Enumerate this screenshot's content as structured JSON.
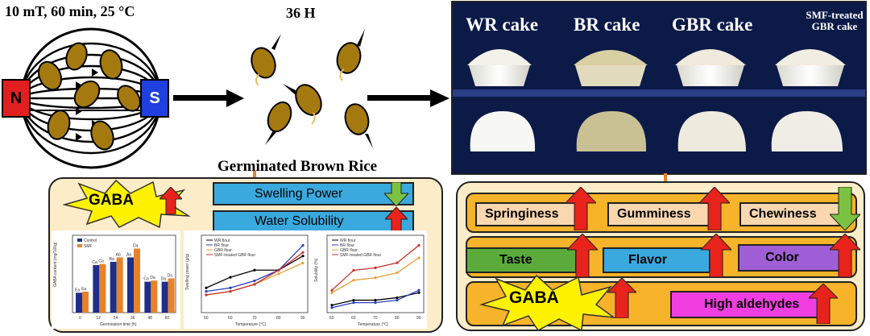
{
  "condition": "10 mT, 60 min, 25 °C",
  "germination_time": "36 H",
  "product_label": "Germinated Brown Rice",
  "magnet": {
    "north": "N",
    "south": "S"
  },
  "cakes": [
    "WR cake",
    "BR cake",
    "GBR cake"
  ],
  "smf_cake": [
    "SMF-treated",
    "GBR cake"
  ],
  "left_panel": {
    "gaba": "GABA",
    "bar1": "Swelling Power",
    "bar2": "Water Solubility"
  },
  "right_panel": {
    "row1": [
      "Springiness",
      "Gumminess",
      "Chewiness"
    ],
    "row2": [
      "Taste",
      "Flavor",
      "Color"
    ],
    "gaba": "GABA",
    "aldehydes": "High aldehydes"
  },
  "colors": {
    "up": "#e8231b",
    "down": "#7cc242",
    "blue": "#3aa9de",
    "orange": "#f7b329",
    "cream": "#fdecc8"
  },
  "chart_data": [
    {
      "type": "bar",
      "ylabel": "GABA content (mg/100g)",
      "xlabel": "Germination time (h)",
      "categories": [
        "0",
        "12",
        "24",
        "36",
        "48",
        "60"
      ],
      "series": [
        {
          "name": "Control",
          "color": "#1d2f8a",
          "values": [
            1.8,
            4.3,
            4.6,
            5.0,
            2.8,
            2.8
          ]
        },
        {
          "name": "SMF",
          "color": "#e8822a",
          "values": [
            1.9,
            4.4,
            5.0,
            5.8,
            2.9,
            3.1
          ]
        }
      ],
      "ylim": [
        0,
        7
      ],
      "data_labels": [
        "Ea",
        "Ea",
        "Ca",
        "Ca",
        "Ba",
        "Ab",
        "Aa",
        "Da",
        "Ca",
        "Da",
        "Da",
        "Da"
      ]
    },
    {
      "type": "line",
      "ylabel": "Swelling power (g/g)",
      "xlabel": "Temperature (°C)",
      "x": [
        50,
        60,
        70,
        80,
        90
      ],
      "series": [
        {
          "name": "WR flour",
          "color": "#000000",
          "values": [
            7,
            10,
            12,
            12,
            16
          ]
        },
        {
          "name": "BR flour",
          "color": "#2a3fbf",
          "values": [
            6,
            7,
            9,
            12,
            19
          ]
        },
        {
          "name": "GBR flour",
          "color": "#e6a030",
          "values": [
            5,
            6,
            8,
            11,
            14
          ]
        },
        {
          "name": "SMF-treated GBR flour",
          "color": "#c8302a",
          "values": [
            5,
            6,
            8,
            12,
            17
          ]
        }
      ]
    },
    {
      "type": "line",
      "ylabel": "Solubility (%)",
      "xlabel": "Temperature (°C)",
      "x": [
        50,
        60,
        70,
        80,
        90
      ],
      "series": [
        {
          "name": "WR flour",
          "color": "#000000",
          "values": [
            3,
            5,
            5,
            6,
            8
          ]
        },
        {
          "name": "BR flour",
          "color": "#2a3fbf",
          "values": [
            2,
            4,
            4,
            5,
            9
          ]
        },
        {
          "name": "GBR flour",
          "color": "#e6a030",
          "values": [
            8,
            13,
            14,
            16,
            22
          ]
        },
        {
          "name": "SMF-treated GBR flour",
          "color": "#c8302a",
          "values": [
            9,
            17,
            18,
            20,
            27
          ]
        }
      ]
    }
  ]
}
